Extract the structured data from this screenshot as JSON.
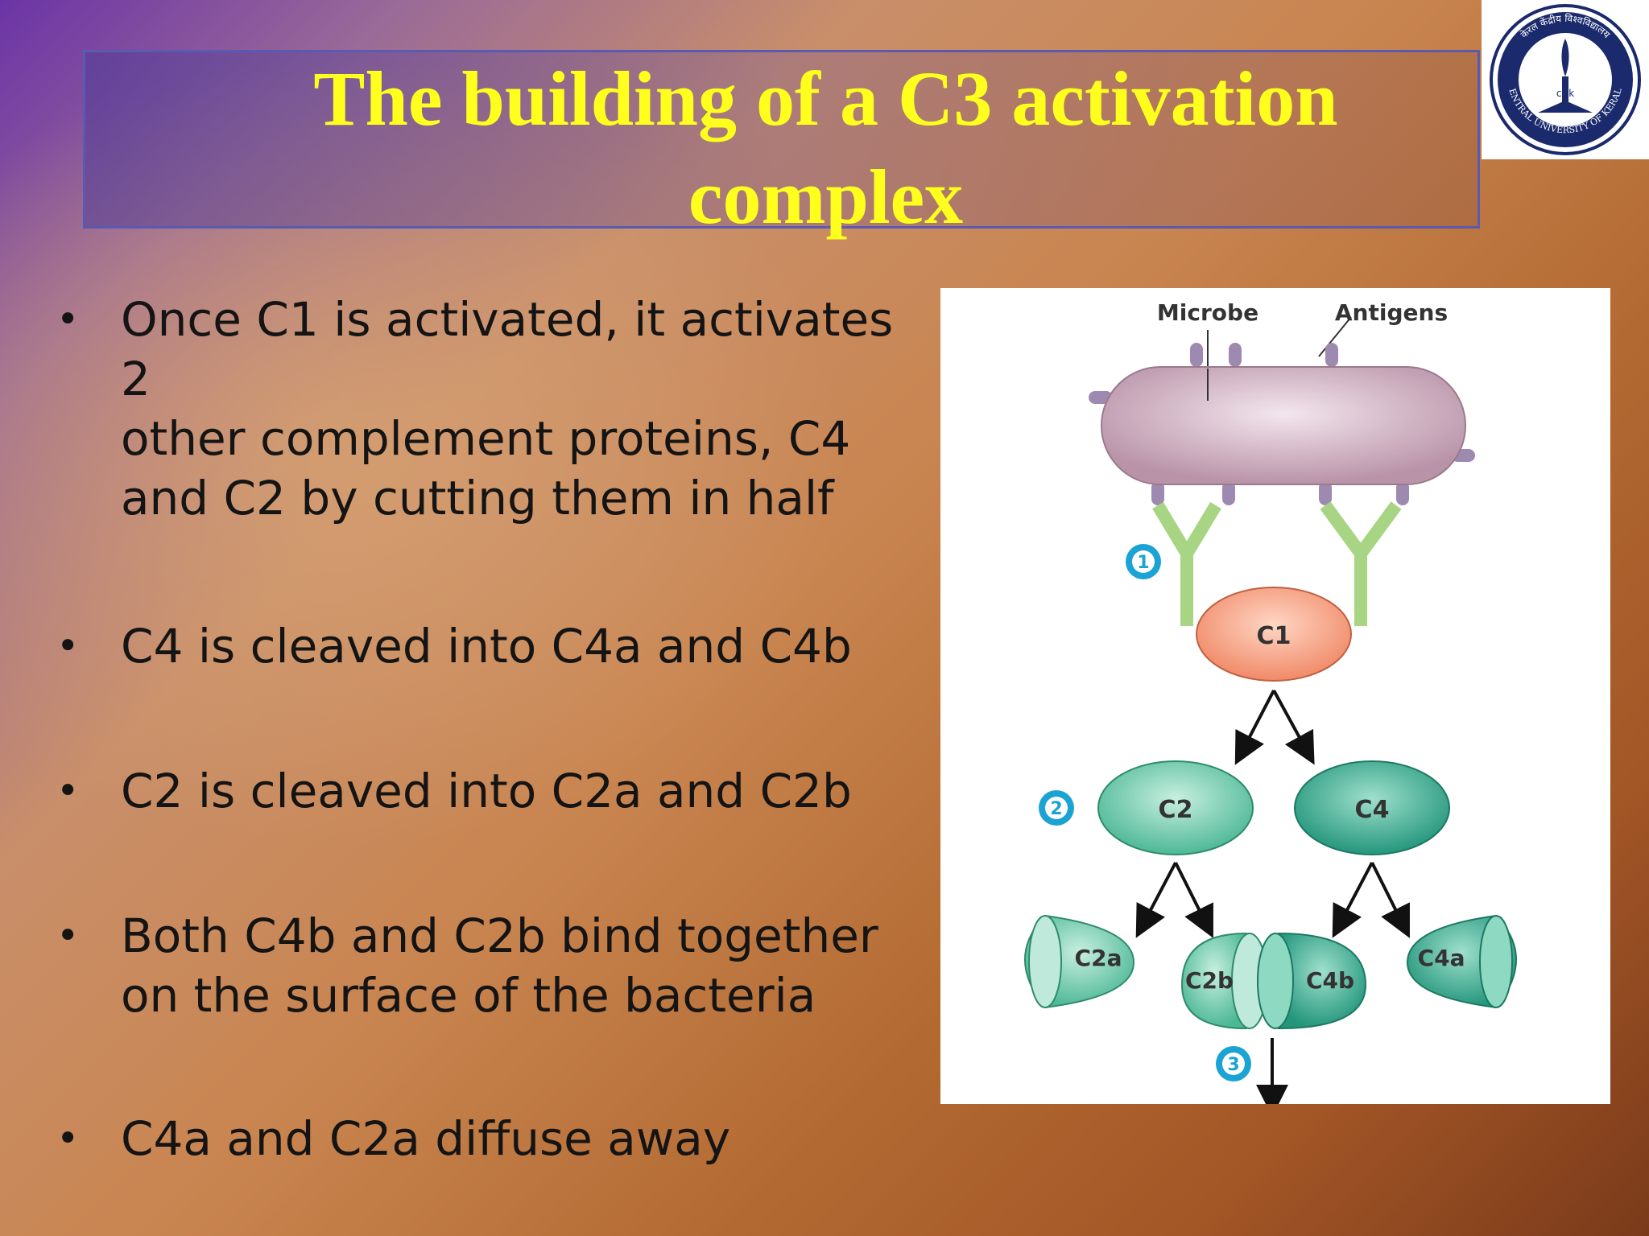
{
  "slide": {
    "title_line1": "The building of a C3 activation",
    "title_line2": "complex",
    "bullet_symbol": "•",
    "bullets": [
      {
        "lines": [
          "Once C1 is activated, it activates 2",
          "other complement proteins, C4",
          "and C2 by cutting them in half"
        ]
      },
      {
        "lines": [
          "C4 is cleaved into C4a and C4b"
        ]
      },
      {
        "lines": [
          "C2 is cleaved into C2a and C2b"
        ]
      },
      {
        "lines": [
          "Both C4b and C2b bind together",
          "on the surface of the bacteria"
        ]
      },
      {
        "lines": [
          "C4a and C2a diffuse away"
        ]
      }
    ]
  },
  "logo": {
    "name": "central-university-of-kerala-seal",
    "text_top": "केरल केंद्रीय विश्वविद्यालय",
    "text_bottom": "CENTRAL UNIVERSITY OF KERALA",
    "initials": "cUk"
  },
  "figure": {
    "labels": {
      "microbe": "Microbe",
      "antigens": "Antigens",
      "c1": "C1",
      "c2": "C2",
      "c4": "C4",
      "c2a": "C2a",
      "c2b": "C2b",
      "c4b": "C4b",
      "c4a": "C4a"
    },
    "steps": [
      "1",
      "2",
      "3"
    ],
    "colors": {
      "microbe": "#c9a8b8",
      "antibody": "#a9d48a",
      "c1": "#f7a98a",
      "c2": "#6cc4a8",
      "c4": "#3aa58c",
      "step_badge": "#1ba3d4"
    }
  }
}
